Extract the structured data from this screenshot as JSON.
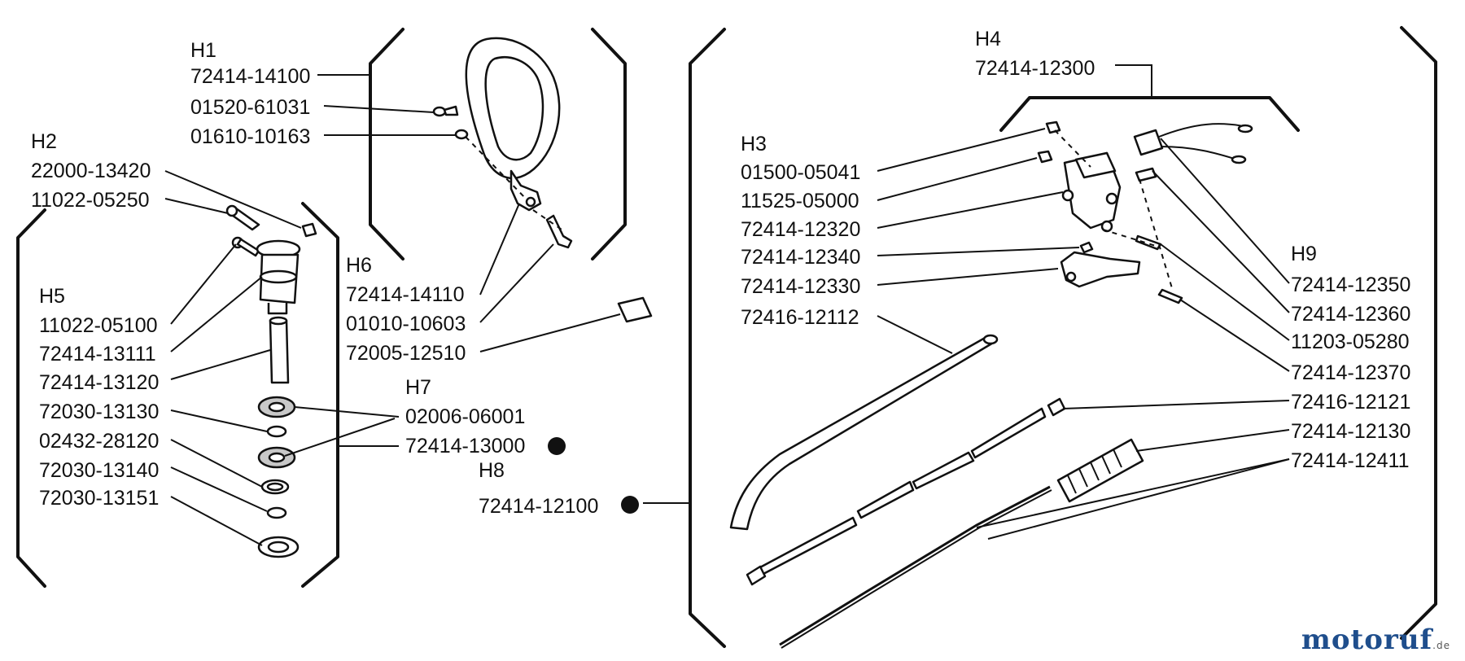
{
  "groups": {
    "H1": "H1",
    "H2": "H2",
    "H3": "H3",
    "H4": "H4",
    "H5": "H5",
    "H6": "H6",
    "H7": "H7",
    "H8": "H8",
    "H9": "H9"
  },
  "parts": {
    "p72414_14100": "72414-14100",
    "p01520_61031": "01520-61031",
    "p01610_10163": "01610-10163",
    "p22000_13420": "22000-13420",
    "p11022_05250": "11022-05250",
    "p11022_05100": "11022-05100",
    "p72414_13111": "72414-13111",
    "p72414_13120": "72414-13120",
    "p72030_13130": "72030-13130",
    "p02432_28120": "02432-28120",
    "p72030_13140": "72030-13140",
    "p72030_13151": "72030-13151",
    "p72414_14110": "72414-14110",
    "p01010_10603": "01010-10603",
    "p72005_12510": "72005-12510",
    "p02006_06001": "02006-06001",
    "p72414_13000": "72414-13000",
    "p72414_12100": "72414-12100",
    "p72414_12300": "72414-12300",
    "p01500_05041": "01500-05041",
    "p11525_05000": "11525-05000",
    "p72414_12320": "72414-12320",
    "p72414_12340": "72414-12340",
    "p72414_12330": "72414-12330",
    "p72416_12112": "72416-12112",
    "p72414_12350": "72414-12350",
    "p72414_12360": "72414-12360",
    "p11203_05280": "11203-05280",
    "p72414_12370": "72414-12370",
    "p72416_12121": "72416-12121",
    "p72414_12130": "72414-12130",
    "p72414_12411": "72414-12411"
  },
  "watermark": {
    "brand": "motoruf",
    "tld": ".de"
  }
}
